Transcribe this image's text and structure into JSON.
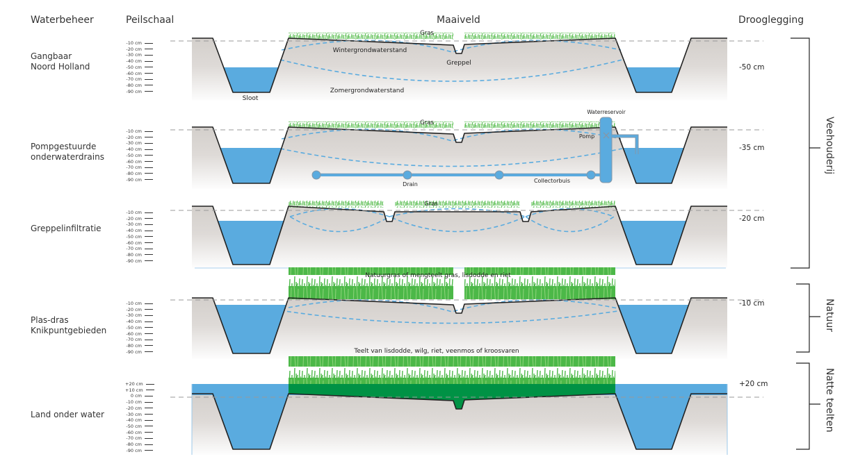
{
  "headers": {
    "col1": "Waterbeheer",
    "col2": "Peilschaal",
    "col3": "Maaiveld",
    "col4": "Drooglegging"
  },
  "rows": [
    {
      "label_lines": [
        "Gangbaar",
        "Noord Holland"
      ],
      "scale": [
        "-10 cm",
        "-20 cm",
        "-30 cm",
        "-40 cm",
        "-50 cm",
        "-60 cm",
        "-70 cm",
        "-80 cm",
        "-90 cm"
      ],
      "drooglegging": "-50 cm",
      "annotations": {
        "top": "Gras",
        "winter": "Wintergrondwaterstand",
        "greppel": "Greppel",
        "summer": "Zomergrondwaterstand",
        "sloot": "Sloot"
      }
    },
    {
      "label_lines": [
        "Pompgestuurde",
        "onderwaterdrains"
      ],
      "scale": [
        "-10 cm",
        "-20 cm",
        "-30 cm",
        "-40 cm",
        "-50 cm",
        "-60 cm",
        "-70 cm",
        "-80 cm",
        "-90 cm"
      ],
      "drooglegging": "-35 cm",
      "annotations": {
        "top": "Gras",
        "reservoir": "Waterreservoir",
        "pomp": "Pomp",
        "drain": "Drain",
        "collector": "Collectorbuis"
      }
    },
    {
      "label_lines": [
        "Greppelinfiltratie"
      ],
      "scale": [
        "-10 cm",
        "-20 cm",
        "-30 cm",
        "-40 cm",
        "-50 cm",
        "-60 cm",
        "-70 cm",
        "-80 cm",
        "-90 cm"
      ],
      "drooglegging": "-20 cm",
      "annotations": {
        "top": "Gras"
      }
    },
    {
      "label_lines": [
        "Plas-dras",
        "Knikpuntgebieden"
      ],
      "scale": [
        "-10 cm",
        "-20 cm",
        "-30 cm",
        "-40 cm",
        "-50 cm",
        "-60 cm",
        "-70 cm",
        "-80 cm",
        "-90 cm"
      ],
      "drooglegging": "-10 cm",
      "annotations": {
        "top": "Natuurgras of mengteelt gras, lisdodde en riet"
      }
    },
    {
      "label_lines": [
        "Land onder water"
      ],
      "scale": [
        "+20 cm",
        "+10 cm",
        "0 cm",
        "-10 cm",
        "-20 cm",
        "-30 cm",
        "-40 cm",
        "-50 cm",
        "-60 cm",
        "-70 cm",
        "-80 cm",
        "-90 cm"
      ],
      "drooglegging": "+20 cm",
      "annotations": {
        "top": "Teelt van lisdodde, wilg, riet, veenmos of kroosvaren"
      }
    }
  ],
  "groups": [
    {
      "label": "Veehouderij"
    },
    {
      "label": "Natuur"
    },
    {
      "label": "Natte teelten"
    }
  ],
  "colors": {
    "water": "#5aabdf",
    "soil_top": "#d3cfcb",
    "soil_bottom": "#fbfbfb",
    "grass": "#4cb848",
    "grass_dark": "#009245",
    "groundwater_line": "#5aabdf",
    "outline": "#222222",
    "dashed_level": "#999999"
  }
}
